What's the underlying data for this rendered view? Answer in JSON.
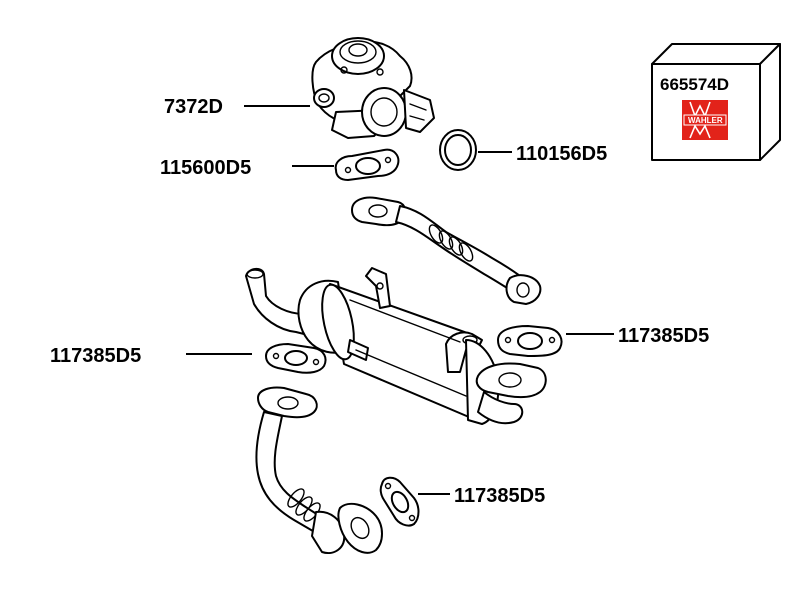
{
  "kit": {
    "part_number": "665574D",
    "brand": "WAHLER",
    "brand_color": "#e2231a"
  },
  "callouts": {
    "egr_valve": "7372D",
    "valve_gasket": "115600D5",
    "o_ring": "110156D5",
    "cooler_gasket_right": "117385D5",
    "cooler_gasket_left": "117385D5",
    "pipe_gasket": "117385D5"
  }
}
